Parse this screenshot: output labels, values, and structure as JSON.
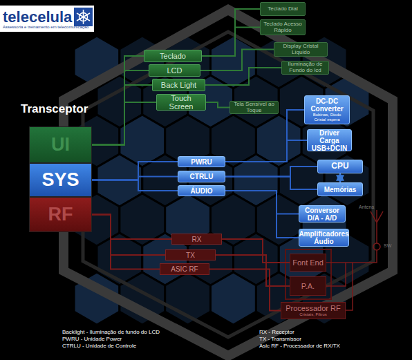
{
  "diagram": {
    "title": "Transceptor",
    "nodes": [
      {
        "text": [
          "UI"
        ]
      },
      {
        "text": [
          "SYS"
        ]
      },
      {
        "text": [
          "RF"
        ]
      },
      {
        "text": [
          "Teclado"
        ]
      },
      {
        "text": [
          "LCD"
        ]
      },
      {
        "text": [
          "Back Light"
        ]
      },
      {
        "text": [
          "Touch Screen"
        ]
      },
      {
        "text": [
          "Teclado Dial"
        ]
      },
      {
        "text": [
          "Teclado Acesso Rápido"
        ]
      },
      {
        "text": [
          "Display Cristal Líquido"
        ]
      },
      {
        "text": [
          "Iluminação de Fundo do lcd"
        ]
      },
      {
        "text": [
          "Tela Sensível ao Toque"
        ]
      },
      {
        "text": [
          "PWRU"
        ]
      },
      {
        "text": [
          "CTRLU"
        ]
      },
      {
        "text": [
          "ÁUDIO"
        ]
      },
      {
        "text": [
          "DC-DC Converter",
          "Bobinas, Diodo Cristal espera"
        ]
      },
      {
        "text": [
          "Driver Carga USB+DCIN"
        ]
      },
      {
        "text": [
          "CPU"
        ]
      },
      {
        "text": [
          "Memórias"
        ]
      },
      {
        "text": [
          "Conversor D/A - A/D"
        ]
      },
      {
        "text": [
          "Amplificadores Áudio"
        ]
      },
      {
        "text": [
          "RX"
        ]
      },
      {
        "text": [
          "TX"
        ]
      },
      {
        "text": [
          "ASIC RF"
        ]
      },
      {
        "text": [
          "Font End"
        ]
      },
      {
        "text": [
          "P.A."
        ]
      },
      {
        "text": [
          "Processador RF",
          "Cristais, Filtros"
        ]
      }
    ],
    "edges": [
      {
        "from": 0,
        "to": 3,
        "arrow": "none"
      },
      {
        "from": 0,
        "to": 4,
        "arrow": "none"
      },
      {
        "from": 0,
        "to": 5,
        "arrow": "none"
      },
      {
        "from": 0,
        "to": 6,
        "arrow": "none"
      },
      {
        "from": 3,
        "to": 7,
        "arrow": "none"
      },
      {
        "from": 3,
        "to": 8,
        "arrow": "none"
      },
      {
        "from": 4,
        "to": 9,
        "arrow": "none"
      },
      {
        "from": 5,
        "to": 10,
        "arrow": "none"
      },
      {
        "from": 6,
        "to": 11,
        "arrow": "none"
      },
      {
        "from": 1,
        "to": 12,
        "arrow": "none"
      },
      {
        "from": 1,
        "to": 13,
        "arrow": "none"
      },
      {
        "from": 1,
        "to": 14,
        "arrow": "none"
      },
      {
        "from": 12,
        "to": 15,
        "arrow": "none"
      },
      {
        "from": 12,
        "to": 16,
        "arrow": "none"
      },
      {
        "from": 13,
        "to": 17,
        "arrow": "none"
      },
      {
        "from": 13,
        "to": 18,
        "arrow": "none"
      },
      {
        "from": 17,
        "to": 18,
        "arrow": "both"
      },
      {
        "from": 14,
        "to": 19,
        "arrow": "none"
      },
      {
        "from": 14,
        "to": 20,
        "arrow": "none"
      },
      {
        "from": 2,
        "to": 21,
        "arrow": "none"
      },
      {
        "from": 2,
        "to": 22,
        "arrow": "none"
      },
      {
        "from": 2,
        "to": 23,
        "arrow": "none"
      },
      {
        "from": 21,
        "to": 24,
        "arrow": "none"
      },
      {
        "from": 22,
        "to": 25,
        "arrow": "none"
      },
      {
        "from": 23,
        "to": 26,
        "arrow": "none"
      }
    ],
    "labels": [
      "telecelula",
      "Assessoria e treinamento em telecomunicação",
      "Antena",
      "SW",
      "Backlight - Iluminação de fundo do LCD",
      "PWRU - Unidade Power",
      "CTRLU - Unidade de Controle",
      "RX - Receptor",
      "TX - Transmissor",
      "Asic RF - Processador de RX/TX"
    ]
  }
}
